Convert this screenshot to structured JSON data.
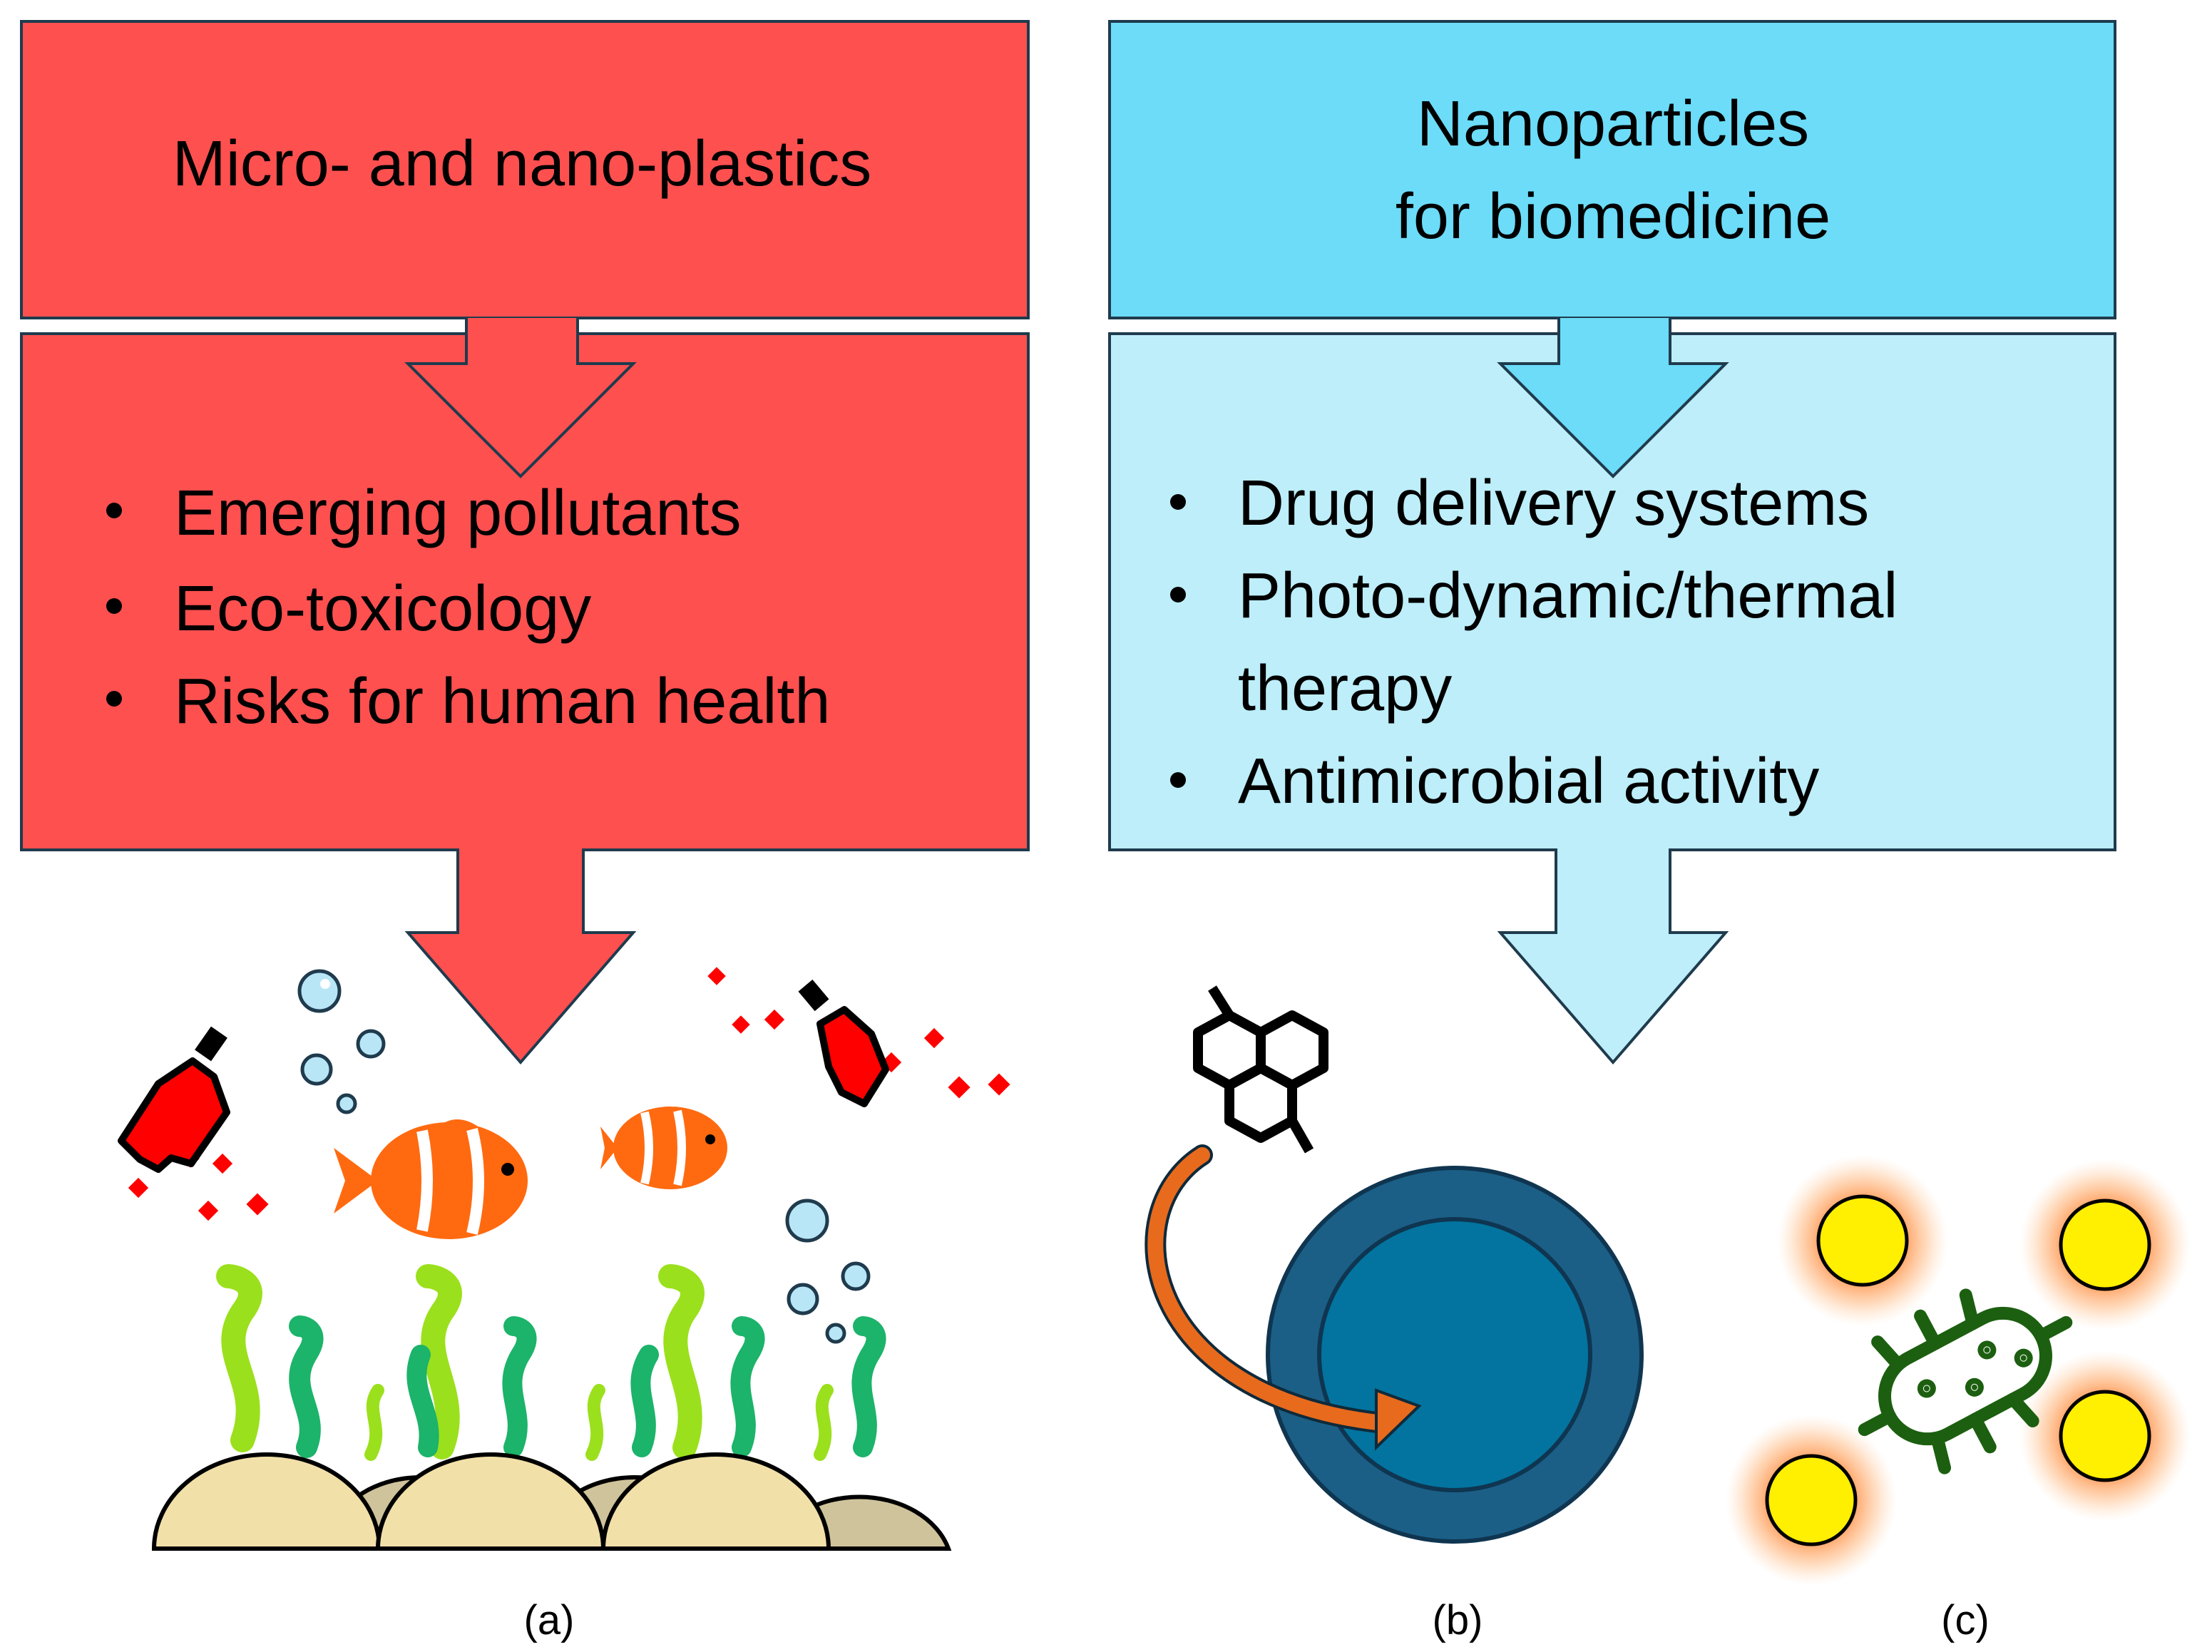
{
  "colors": {
    "red": "#ff5050",
    "cyan": "#6cdcf8",
    "light_cyan": "#bdeefa",
    "outline": "#1f3b4d",
    "fish": "#ff6a10",
    "seaweed_light": "#9be01c",
    "seaweed_dark": "#1cb36a",
    "rock_light": "#f2e0a9",
    "rock_dark": "#cfc39b",
    "bubble": "#b8e6f6",
    "particle": "#ff0000",
    "nanoparticle_outer": "#1b5f86",
    "nanoparticle_inner": "#02749f",
    "curved_arrow": "#e86a1c",
    "golden_particle": "#ffef00",
    "glow": "#ffb070",
    "bacterium": "#1c5f10"
  },
  "left": {
    "title": "Micro- and nano-plastics",
    "items": [
      "Emerging pollutants",
      "Eco-toxicology",
      "Risks for human health"
    ],
    "caption": "(a)"
  },
  "right": {
    "title_lines": [
      "Nanoparticles",
      "for biomedicine"
    ],
    "items": [
      {
        "lines": [
          "Drug delivery systems"
        ]
      },
      {
        "lines": [
          "Photo-dynamic/thermal",
          "therapy"
        ]
      },
      {
        "lines": [
          "Antimicrobial activity"
        ]
      }
    ],
    "caption_b": "(b)",
    "caption_c": "(c)"
  },
  "icons": {
    "marine": "ocean-scene-icon",
    "molecule": "polycyclic-molecule-icon",
    "nanoparticle": "nanoparticle-icon",
    "bacterium": "bacterium-icon"
  }
}
